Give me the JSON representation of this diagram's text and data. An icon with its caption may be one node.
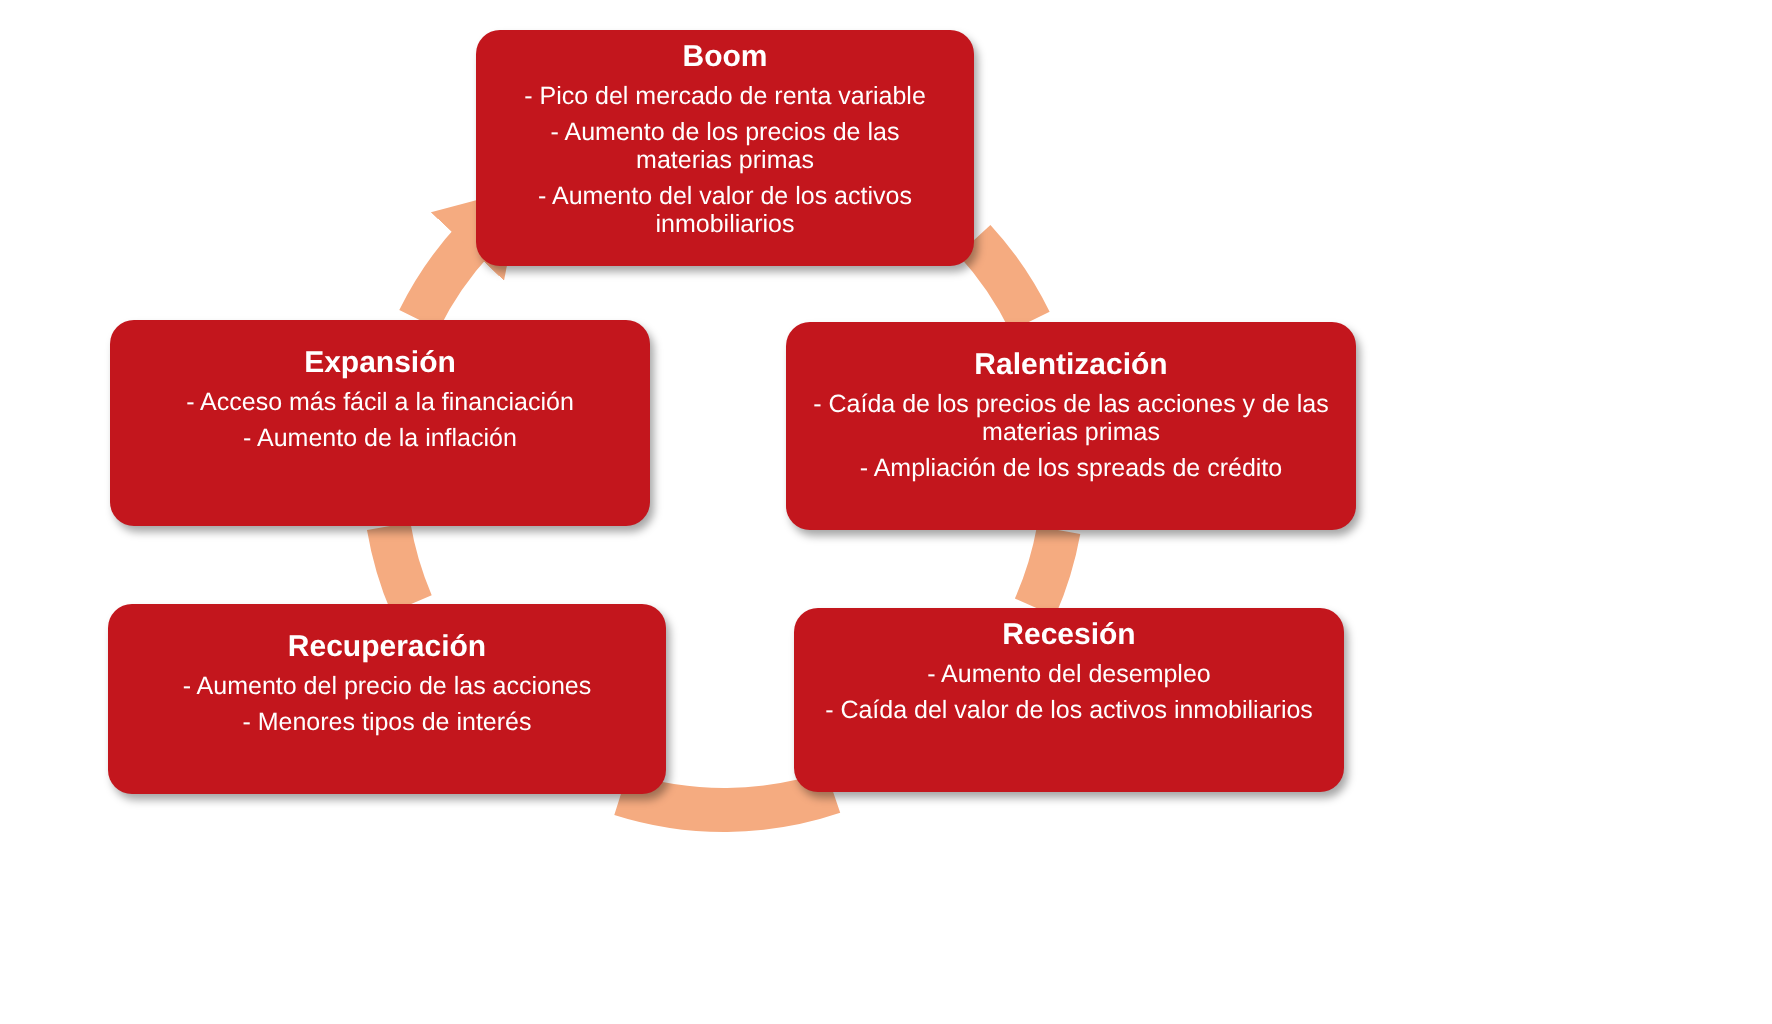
{
  "diagram": {
    "nodes": [
      {
        "text": [
          "Boom",
          "- Pico del mercado de renta variable",
          "- Aumento de los precios de las materias primas",
          "- Aumento del valor de los activos inmobiliarios"
        ]
      },
      {
        "text": [
          "Expansión",
          "- Acceso más fácil a la financiación",
          "- Aumento de la inflación"
        ]
      },
      {
        "text": [
          "Ralentización",
          "- Caída de los precios de las acciones y de las materias primas",
          "- Ampliación de los spreads de crédito"
        ]
      },
      {
        "text": [
          "Recuperación",
          "- Aumento del precio de las acciones",
          "- Menores tipos de interés"
        ]
      },
      {
        "text": [
          "Recesión",
          "- Aumento del desempleo",
          "- Caída del valor de los activos inmobiliarios"
        ]
      }
    ],
    "edges": [
      {
        "from": 0,
        "to": 2,
        "arrow": "none"
      },
      {
        "from": 2,
        "to": 4,
        "arrow": "none"
      },
      {
        "from": 4,
        "to": 3,
        "arrow": "none"
      },
      {
        "from": 3,
        "to": 1,
        "arrow": "none"
      },
      {
        "from": 1,
        "to": 0,
        "arrow": "to"
      }
    ]
  }
}
